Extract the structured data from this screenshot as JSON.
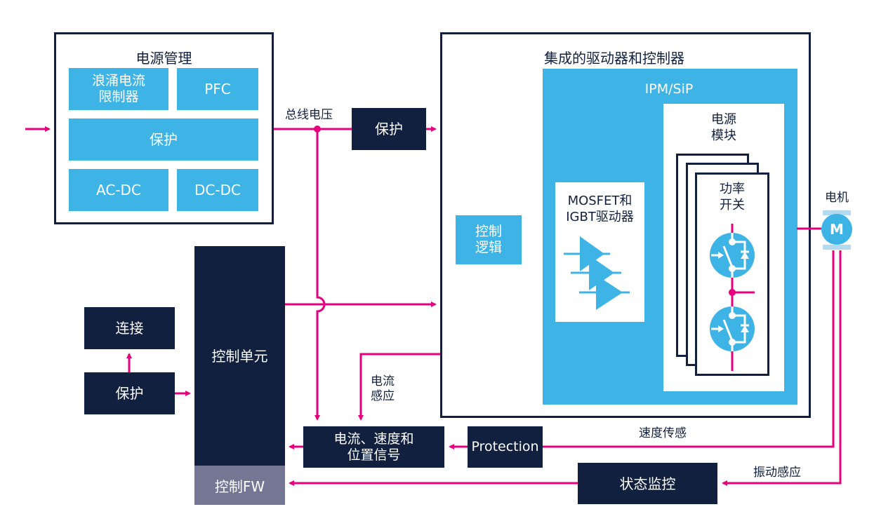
{
  "colors": {
    "navy": "#11203f",
    "cyan": "#3db4e5",
    "magenta": "#e6007e",
    "gray_fw": "#737794",
    "light_cyan": "#b4daf2"
  },
  "power_management": {
    "title": "电源管理",
    "inrush_limiter": "浪涌电流\n限制器",
    "pfc": "PFC",
    "protection": "保护",
    "ac_dc": "AC-DC",
    "dc_dc": "DC-DC"
  },
  "bus_voltage_label": "总线电压",
  "bus_protection": "保护",
  "integrated": {
    "title": "集成的驱动器和控制器",
    "ipm_title": "IPM/SiP",
    "control_logic": "控制\n逻辑",
    "gate_driver": "MOSFET和\nIGBT驱动器",
    "power_module_title": "电源\n模块",
    "power_switch": "功率\n开关"
  },
  "motor": {
    "label": "电机",
    "symbol": "M"
  },
  "control_unit": {
    "label": "控制单元",
    "firmware": "控制FW"
  },
  "connectivity": "连接",
  "cu_protection": "保护",
  "current_sense_label": "电流\n感应",
  "signals_block": "电流、速度和\n位置信号",
  "protection_en": "Protection",
  "speed_sense_label": "速度传感",
  "condition_monitoring": "状态监控",
  "vibration_sense_label": "振动感应"
}
